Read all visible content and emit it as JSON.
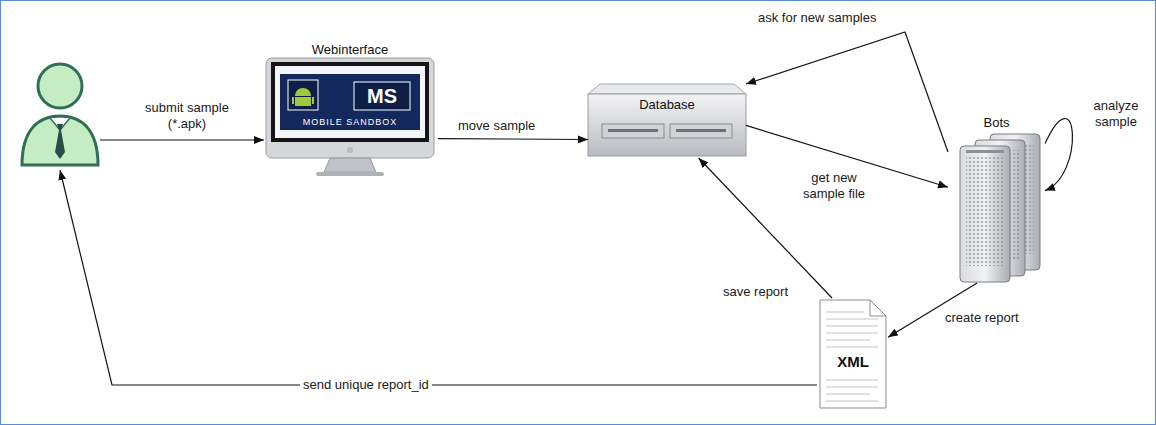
{
  "diagram": {
    "nodes": [
      {
        "text": [
          "Webinterface",
          "MS",
          "MOBILE SANDBOX"
        ]
      },
      {
        "text": [
          "Database"
        ]
      },
      {
        "text": [
          "Bots"
        ]
      },
      {
        "text": [
          "XML"
        ]
      }
    ],
    "edges": [
      {
        "from": 0,
        "to": 1,
        "arrow": "to",
        "label": "move sample"
      },
      {
        "from": 2,
        "to": 1,
        "arrow": "to",
        "label": "ask for new samples"
      },
      {
        "from": 1,
        "to": 2,
        "arrow": "to",
        "label": "get new sample file"
      },
      {
        "from": 2,
        "to": 2,
        "arrow": "to",
        "label": "analyze sample"
      },
      {
        "from": 2,
        "to": 3,
        "arrow": "to",
        "label": "create report"
      },
      {
        "from": 3,
        "to": 1,
        "arrow": "to",
        "label": "save report"
      }
    ],
    "labels": [
      "submit sample (*.apk)",
      "send unique report_id"
    ]
  }
}
